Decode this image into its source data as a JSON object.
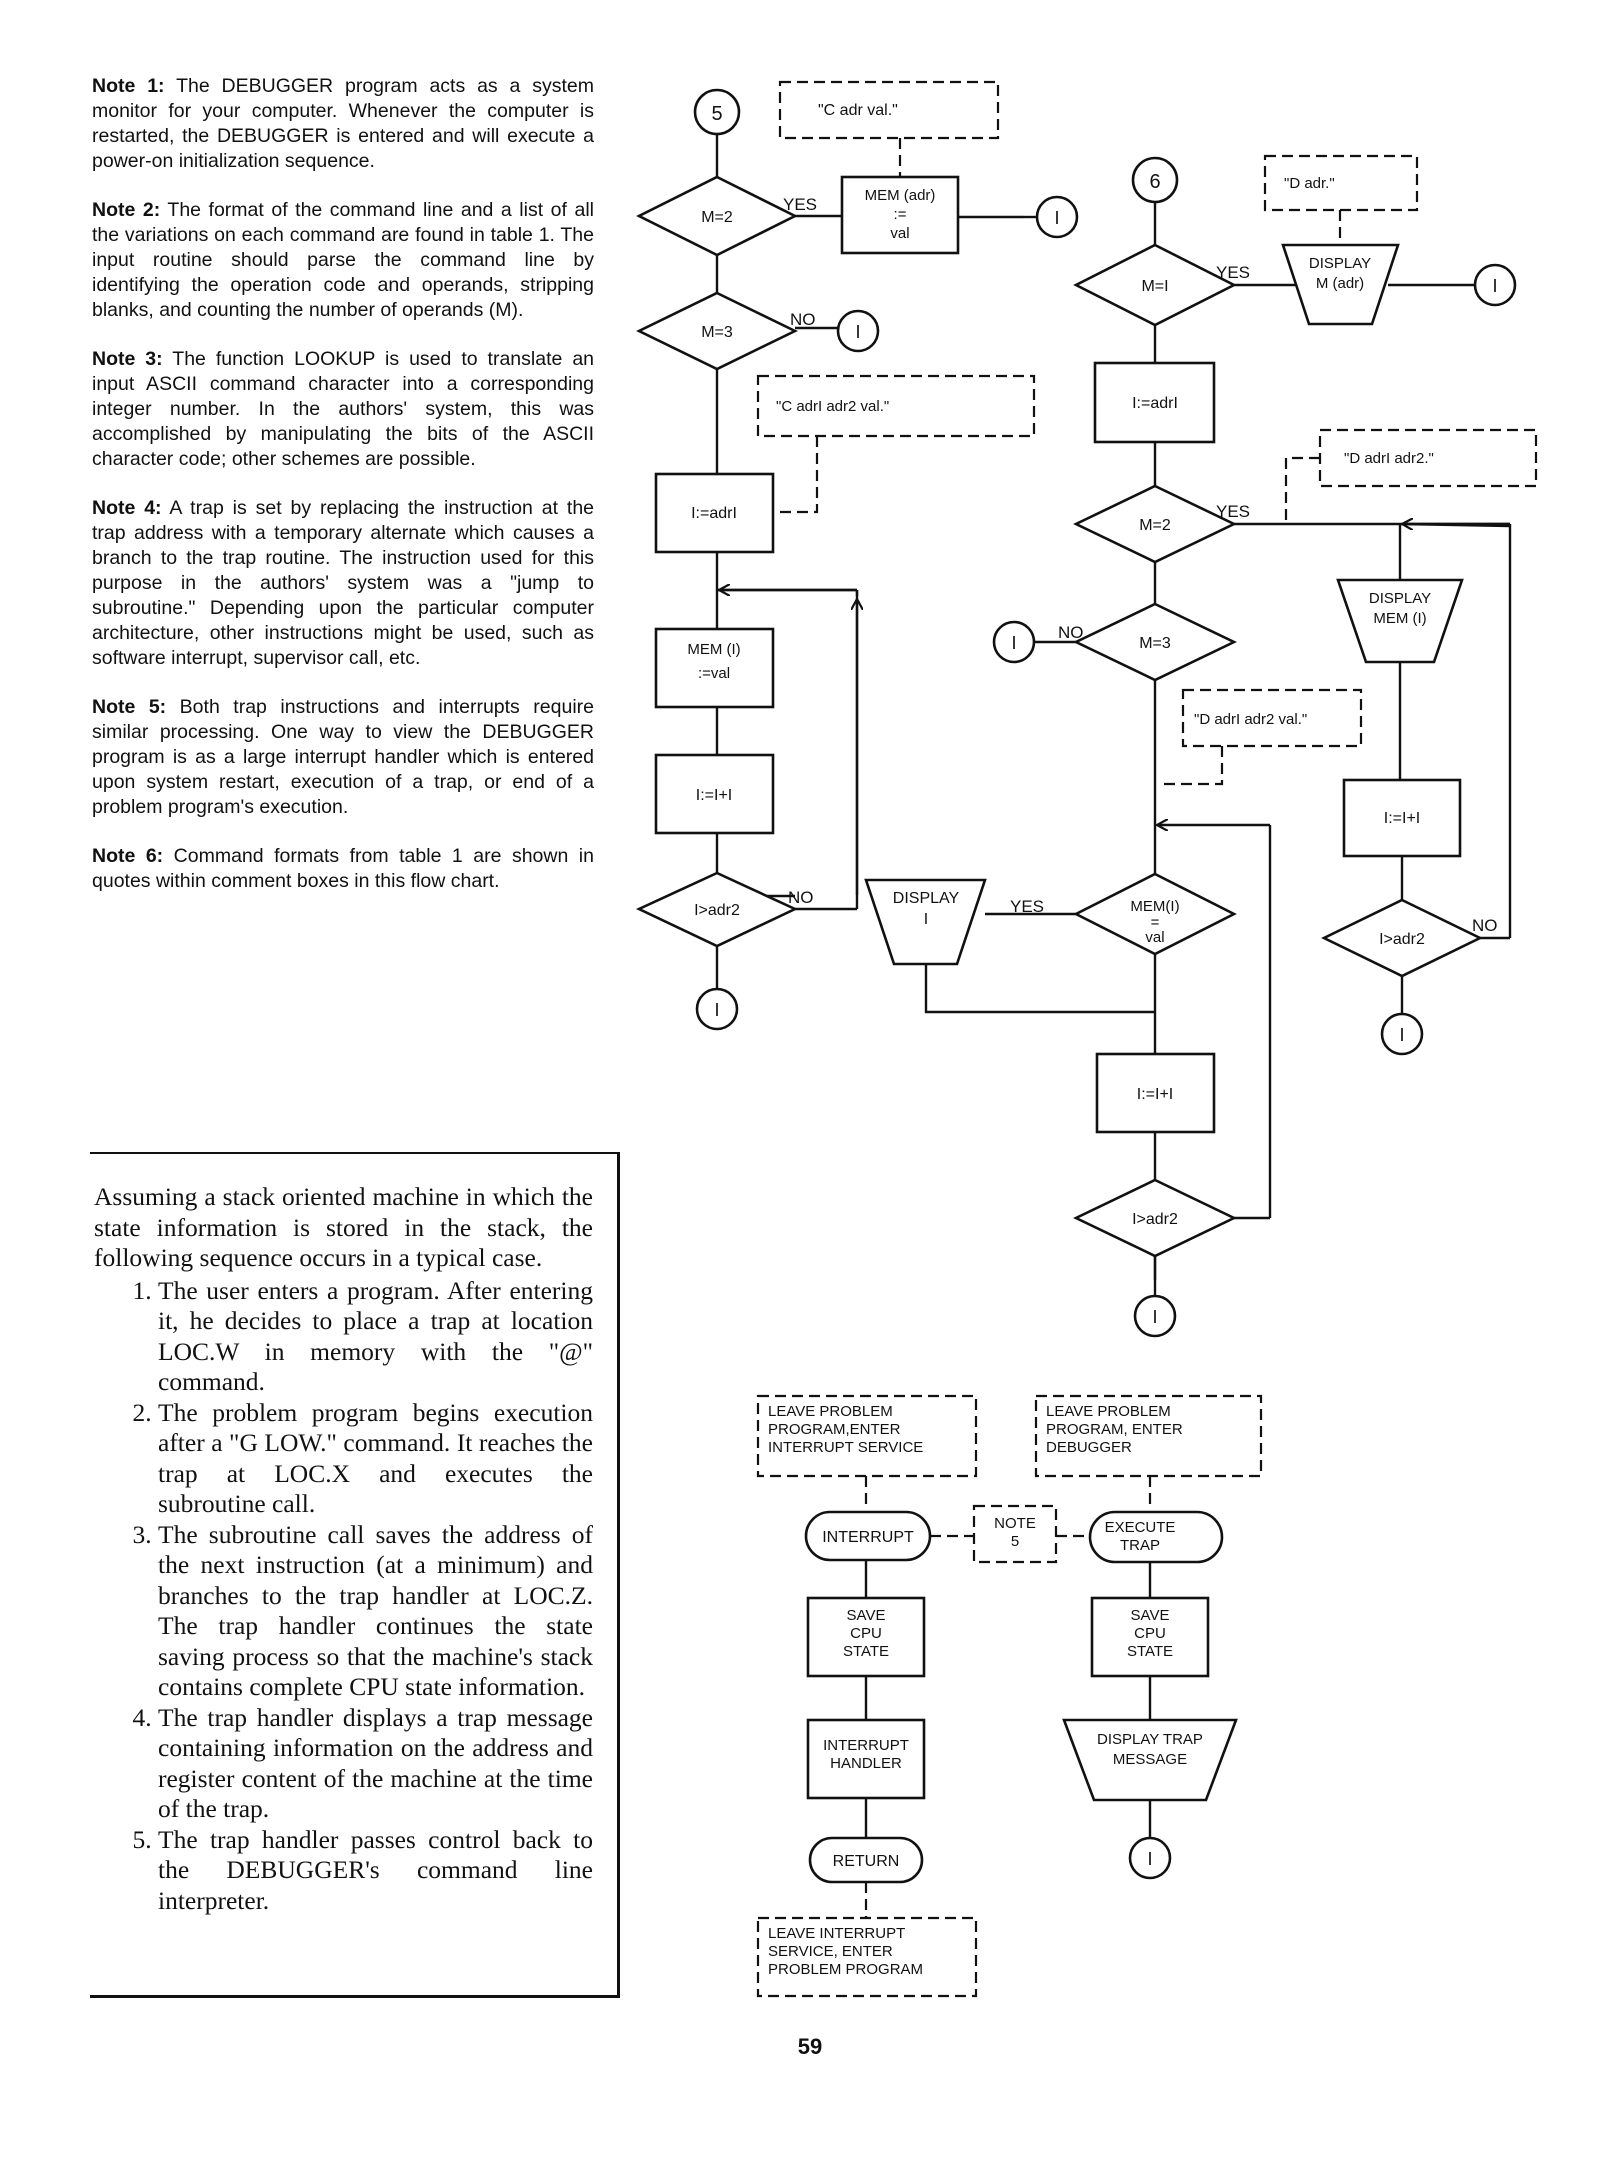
{
  "notes": [
    {
      "label": "Note 1:",
      "text": "The DEBUGGER program acts as a system monitor for your computer. Whenever the computer is restarted, the DEBUGGER is entered and will execute a power-on initialization sequence."
    },
    {
      "label": "Note 2:",
      "text": "The format of the command line and a list of all the variations on each command are found in table 1. The input routine should parse the command line by identifying the operation code and operands, stripping blanks, and counting the number of operands (M)."
    },
    {
      "label": "Note 3:",
      "text": "The function LOOKUP is used to translate an input ASCII command character into a corresponding integer number. In the authors' system, this was accomplished by manipulating the bits of the ASCII character code; other schemes are possible."
    },
    {
      "label": "Note 4:",
      "text": "A trap is set by replacing the instruction at the trap address with a temporary alternate which causes a branch to the trap routine. The instruction used for this purpose in the authors' system was a \"jump to subroutine.\" Depending upon the particular computer architecture, other instructions might be used, such as software interrupt, supervisor call, etc."
    },
    {
      "label": "Note 5:",
      "text": "Both trap instructions and interrupts require similar processing. One way to view the DEBUGGER program is as a large interrupt handler which is entered upon system restart, execution of a trap, or end of a problem program's execution."
    },
    {
      "label": "Note 6:",
      "text": "Command formats from table 1 are shown in quotes within comment boxes in this flow chart."
    }
  ],
  "sidebox": {
    "intro": "Assuming a stack oriented machine in which the state information is stored in the stack, the following sequence occurs in a typical case.",
    "steps": [
      "The user enters a program. After entering it, he decides to place a trap at location LOC.W in memory with the \"@\" command.",
      "The problem program begins execution after a \"G LOW.\" command. It reaches the trap at LOC.X and executes the subroutine call.",
      "The subroutine call saves the address of the next instruction (at a minimum) and branches to the trap handler at LOC.Z. The trap handler continues the state saving process so that the machine's stack contains complete CPU state information.",
      "The trap handler displays a trap message containing information on the address and register content of the machine at the time of the trap.",
      "The trap handler passes control back to the DEBUGGER's command line interpreter."
    ]
  },
  "page_number": "59",
  "flow": {
    "c5": "5",
    "c6": "6",
    "c1": "I",
    "c_adr_val": "\"C adr val.\"",
    "m2": "M=2",
    "m3": "M=3",
    "m1": "M=I",
    "yes": "YES",
    "no": "NO",
    "mem_adr_1": "MEM (adr)",
    "mem_adr_2": ":=",
    "mem_adr_3": "val",
    "c_adr1_adr2_val": "\"C adrI adr2 val.\"",
    "i_adr1": "I:=adrI",
    "mem_i_1": "MEM (I)",
    "mem_i_2": ":=val",
    "i_inc": "I:=I+I",
    "i_gt_adr2": "I>adr2",
    "d_adr": "\"D adr.\"",
    "display_m_adr_1": "DISPLAY",
    "display_m_adr_2": "M (adr)",
    "i_adr1_b": "I:=adrI",
    "d_adr1_adr2": "\"D adrI adr2.\"",
    "display_mem_i_1": "DISPLAY",
    "display_mem_i_2": "MEM (I)",
    "d_adr1_adr2_val": "\"D adrI adr2 val.\"",
    "display_i_1": "DISPLAY",
    "display_i_2": "I",
    "mem_i_eq_1": "MEM(I)",
    "mem_i_eq_2": "=",
    "mem_i_eq_3": "val",
    "leave_problem_1": "LEAVE PROBLEM",
    "leave_problem_2": "PROGRAM,ENTER",
    "leave_problem_3": "INTERRUPT SERVICE",
    "leave_debug_1": "LEAVE PROBLEM",
    "leave_debug_2": "PROGRAM, ENTER",
    "leave_debug_3": "DEBUGGER",
    "interrupt": "INTERRUPT",
    "note5_1": "NOTE",
    "note5_2": "5",
    "execute_trap_1": "EXECUTE",
    "execute_trap_2": "TRAP",
    "save_cpu_1": "SAVE",
    "save_cpu_2": "CPU",
    "save_cpu_3": "STATE",
    "interrupt_handler_1": "INTERRUPT",
    "interrupt_handler_2": "HANDLER",
    "display_trap_1": "DISPLAY TRAP",
    "display_trap_2": "MESSAGE",
    "return": "RETURN",
    "leave_interrupt_1": "LEAVE INTERRUPT",
    "leave_interrupt_2": "SERVICE, ENTER",
    "leave_interrupt_3": "PROBLEM PROGRAM"
  }
}
